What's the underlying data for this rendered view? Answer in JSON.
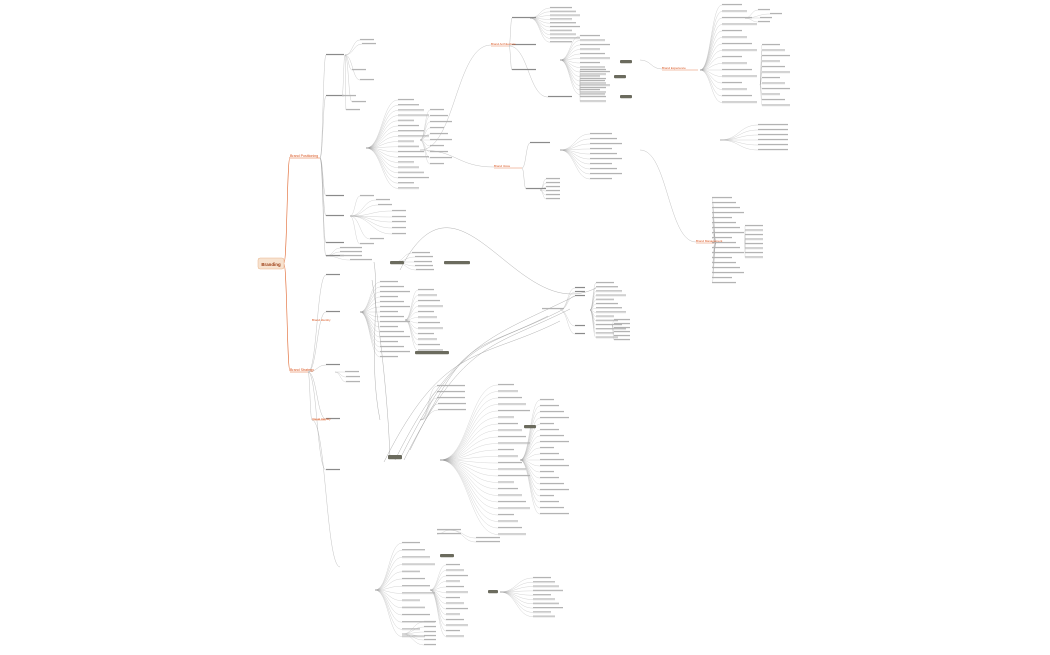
{
  "root": {
    "label": "Branding"
  },
  "colors": {
    "branch": "#e0662e",
    "branch_text": "#d9541e",
    "leaf_text": "#555555",
    "line": "#9a9a9a",
    "tag_fill": "#6b6b5e",
    "root_fill": "#f7e2cf",
    "root_text": "#9a3b12"
  },
  "branches": [
    {
      "label": "Brand Positioning"
    },
    {
      "label": "Brand Strategy"
    },
    {
      "label": "Brand Identity"
    },
    {
      "label": "Visual Identity"
    },
    {
      "label": "Brand Architecture"
    },
    {
      "label": "Brand Voice"
    },
    {
      "label": "Brand Experience"
    },
    {
      "label": "Brand Management"
    }
  ]
}
